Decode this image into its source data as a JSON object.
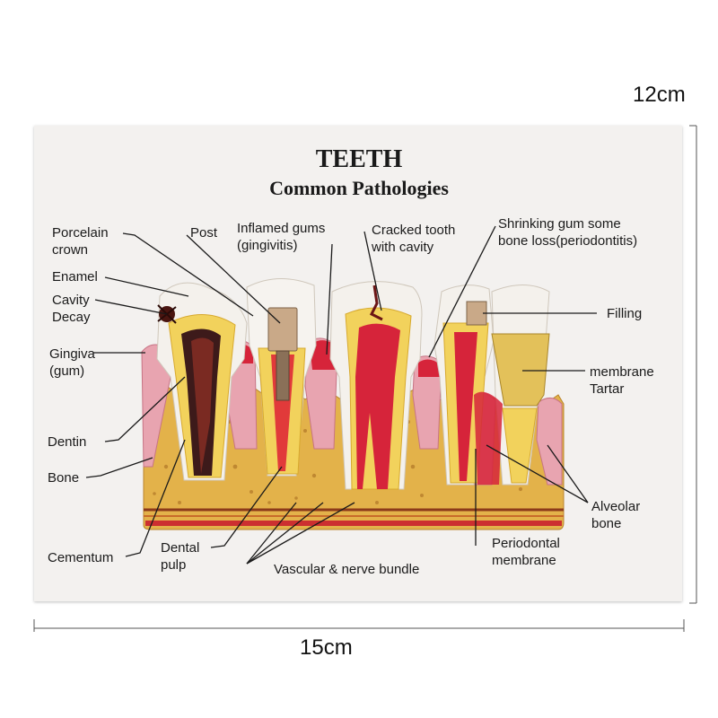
{
  "dimensions": {
    "height": "12cm",
    "width": "15cm"
  },
  "title": "TEETH",
  "subtitle": "Common Pathologies",
  "labels": {
    "porcelain_crown": "Porcelain\ncrown",
    "post": "Post",
    "inflamed_gums": "Inflamed gums\n(gingivitis)",
    "cracked_tooth": "Cracked tooth\nwith cavity",
    "shrinking_gum": "Shrinking gum some\nbone loss(periodontitis)",
    "enamel": "Enamel",
    "cavity_decay": "Cavity\nDecay",
    "filling": "Filling",
    "gingiva": "Gingiva\n(gum)",
    "membrane_tartar": "membrane\nTartar",
    "dentin": "Dentin",
    "bone": "Bone",
    "alveolar_bone": "Alveolar\nbone",
    "cementum": "Cementum",
    "dental_pulp": "Dental\npulp",
    "vascular_nerve": "Vascular & nerve bundle",
    "periodontal_membrane": "Periodontal\nmembrane"
  },
  "colors": {
    "bone": "#e3b24a",
    "gum": "#e8a4b0",
    "enamel": "#f4f1ec",
    "dentin": "#f2d25c",
    "pulp": "#c8192c",
    "decay": "#3d1a1a",
    "metal": "#c9a988"
  }
}
